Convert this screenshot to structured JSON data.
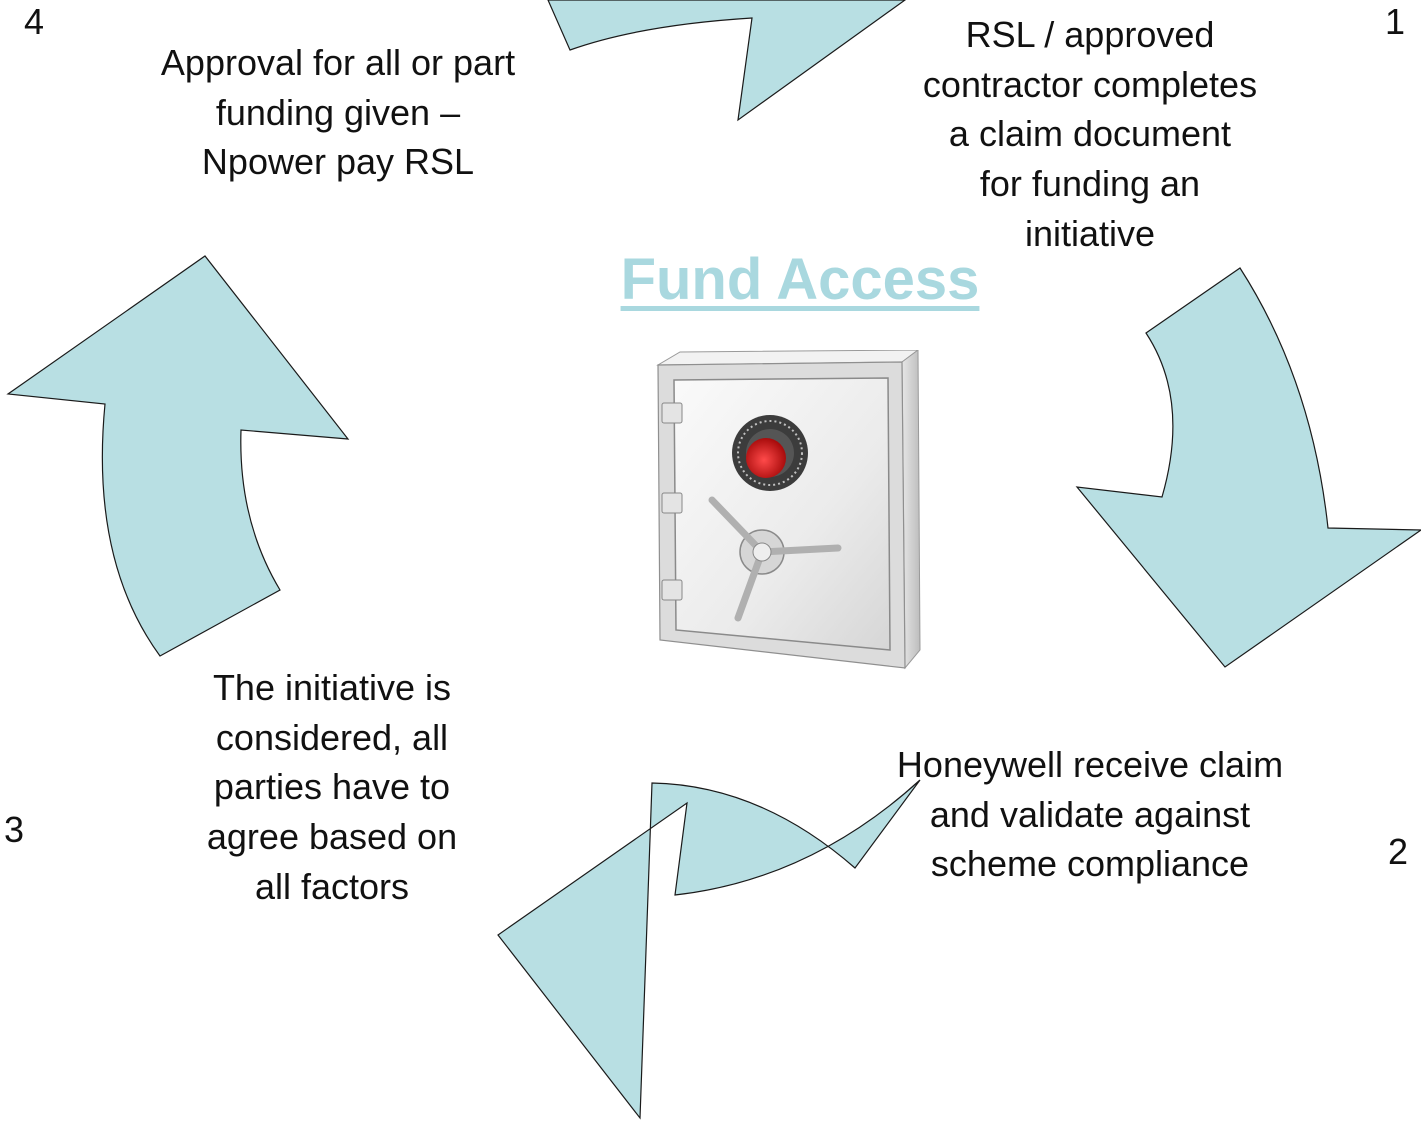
{
  "title": "Fund Access",
  "steps": [
    {
      "number": "1",
      "text": "RSL  / approved\ncontractor completes\na claim document\nfor funding an\ninitiative"
    },
    {
      "number": "2",
      "text": "Honeywell receive claim\nand validate against\nscheme compliance"
    },
    {
      "number": "3",
      "text": "The initiative is\nconsidered, all\nparties have to\nagree based on\nall factors"
    },
    {
      "number": "4",
      "text": "Approval for all or part\nfunding given –\nNpower pay RSL"
    }
  ],
  "colors": {
    "arrow_fill": "#b8dfe3",
    "title": "#a9d8df",
    "safe_dial": "#d01818"
  },
  "icons": [
    "safe-icon",
    "cycle-arrow"
  ]
}
